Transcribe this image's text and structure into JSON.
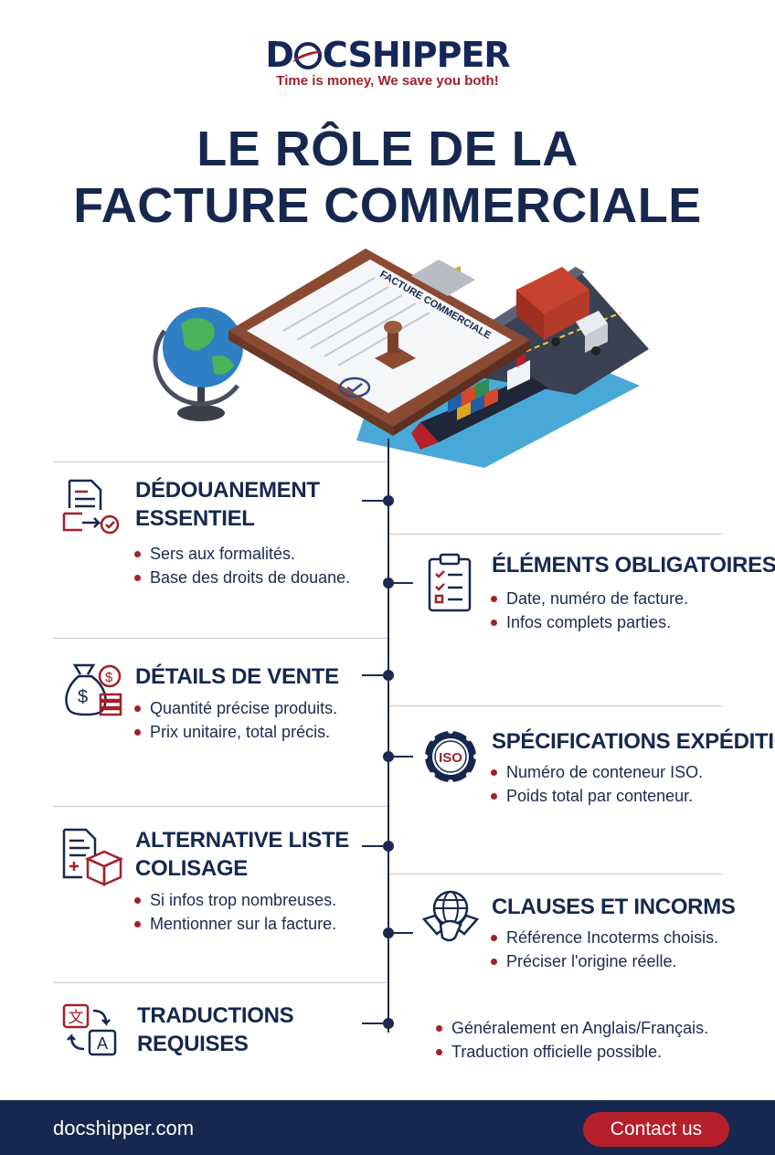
{
  "brand": {
    "name_left": "D",
    "name_right": "CSHIPPER",
    "tagline": "Time is money, We save you both!"
  },
  "title": {
    "line1": "LE RÔLE DE LA",
    "line2": "FACTURE COMMERCIALE"
  },
  "hero": {
    "document_label": "FACTURE COMMERCIALE",
    "icons": [
      "globe-icon",
      "clipboard-icon",
      "stamp-icon",
      "truck-icon",
      "cargo-ship-icon"
    ]
  },
  "sections": {
    "customs": {
      "title_line1": "DÉDOUANEMENT",
      "title_line2": "ESSENTIEL",
      "bullets": [
        "Sers aux formalités.",
        "Base des droits de douane."
      ],
      "icon": "document-transfer-icon"
    },
    "mandatory": {
      "title": "ÉLÉMENTS OBLIGATOIRES",
      "bullets": [
        "Date, numéro de facture.",
        "Infos complets parties."
      ],
      "icon": "checklist-clipboard-icon"
    },
    "sale": {
      "title": "DÉTAILS DE VENTE",
      "bullets": [
        "Quantité précise produits.",
        "Prix unitaire, total précis."
      ],
      "icon": "money-bag-icon"
    },
    "shipping": {
      "title": "SPÉCIFICATIONS EXPÉDITION",
      "badge": "ISO",
      "bullets": [
        "Numéro de conteneur ISO.",
        "Poids total par conteneur."
      ],
      "icon": "iso-seal-icon"
    },
    "packing": {
      "title_line1": "ALTERNATIVE LISTE",
      "title_line2": "COLISAGE",
      "bullets": [
        "Si infos trop nombreuses.",
        "Mentionner sur la facture."
      ],
      "icon": "document-box-icon"
    },
    "clauses": {
      "title": "CLAUSES ET INCORMS",
      "bullets": [
        "Référence Incoterms choisis.",
        "Préciser l'origine réelle."
      ],
      "icon": "globe-handshake-icon"
    },
    "translation": {
      "title_line1": "TRADUCTIONS",
      "title_line2": "REQUISES",
      "bullets": [
        "Généralement en Anglais/Français.",
        "Traduction officielle possible."
      ],
      "icon": "translate-icon",
      "glyph_from": "文",
      "glyph_to": "A"
    }
  },
  "footer": {
    "url": "docshipper.com",
    "contact_label": "Contact us"
  },
  "colors": {
    "navy": "#16284f",
    "red": "#a3202a",
    "button": "#b5202a"
  }
}
